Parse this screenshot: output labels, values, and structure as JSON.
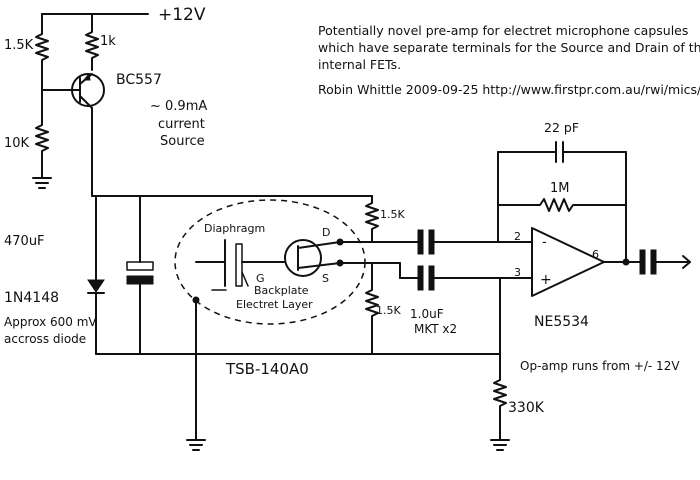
{
  "header": {
    "description_line1": "Potentially novel pre-amp for electret microphone capsules",
    "description_line2": "which have separate terminals for the Source and Drain of their",
    "description_line3": "internal FETs.",
    "author_line": "Robin Whittle 2009-09-25  http://www.firstpr.com.au/rwi/mics/"
  },
  "supply": {
    "label": "+12V"
  },
  "components": {
    "r_1k5_top": "1.5K",
    "r_1k": "1k",
    "transistor": "BC557",
    "current_note_1": "~ 0.9mA",
    "current_note_2": "current",
    "current_note_3": "Source",
    "r_10k": "10K",
    "cap_470": "470uF",
    "diode": "1N4148",
    "diode_note_1": "Approx 600 mV",
    "diode_note_2": "accross diode",
    "diaphragm": "Diaphragm",
    "backplate_1": "Backplate",
    "backplate_2": "Electret Layer",
    "gate": "G",
    "drain": "D",
    "source": "S",
    "r_1k5_drain": "1.5K",
    "r_1k5_source": "1.5K",
    "coupling_1": "1.0uF",
    "coupling_2": "MKT x2",
    "capsule": "TSB-140A0",
    "feedback_cap": "22 pF",
    "feedback_res": "1M",
    "pin2": "2",
    "pin3": "3",
    "pin6": "6",
    "minus": "-",
    "plus": "+",
    "opamp": "NE5534",
    "opamp_note": "Op-amp runs from +/- 12V",
    "r_330k": "330K"
  }
}
